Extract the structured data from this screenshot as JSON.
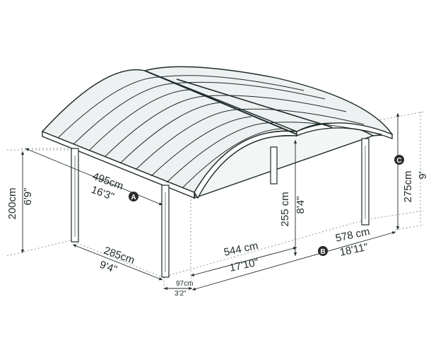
{
  "dimensions": {
    "roof_depth": {
      "metric": "495cm",
      "imperial": "16'3\""
    },
    "post_height": {
      "metric": "200cm",
      "imperial": "6'9\""
    },
    "post_spacing": {
      "metric": "285cm",
      "imperial": "9'4\""
    },
    "overhang": {
      "metric": "97cm",
      "imperial": "3'2\""
    },
    "clear_width": {
      "metric": "544 cm",
      "imperial": "17'10\""
    },
    "total_width": {
      "metric": "578 cm",
      "imperial": "18'11\""
    },
    "clearance_height": {
      "metric": "255 cm",
      "imperial": "8'4\""
    },
    "total_height": {
      "metric": "275cm",
      "imperial": "9'"
    }
  },
  "markers": {
    "a": "A",
    "b": "B",
    "c": "C"
  },
  "colors": {
    "line": "#1f2b2a",
    "dash": "#6f8380",
    "marker": "#2b2b2b"
  }
}
